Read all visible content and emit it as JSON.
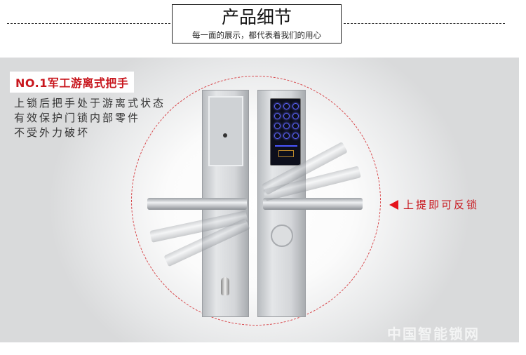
{
  "header": {
    "title": "产品细节",
    "subtitle": "每一面的展示，都代表着我们的用心"
  },
  "feature": {
    "title": "NO.1军工游离式把手",
    "lines": [
      "上锁后把手处于游离式状态",
      "有效保护门锁内部零件",
      "不受外力破坏"
    ]
  },
  "callout": {
    "text": "上提即可反锁",
    "icon": "triangle-left-icon"
  },
  "watermark": {
    "text": "中国智能锁网"
  },
  "colors": {
    "accent": "#c8161d",
    "keypad_glow": "#5b63ff"
  }
}
